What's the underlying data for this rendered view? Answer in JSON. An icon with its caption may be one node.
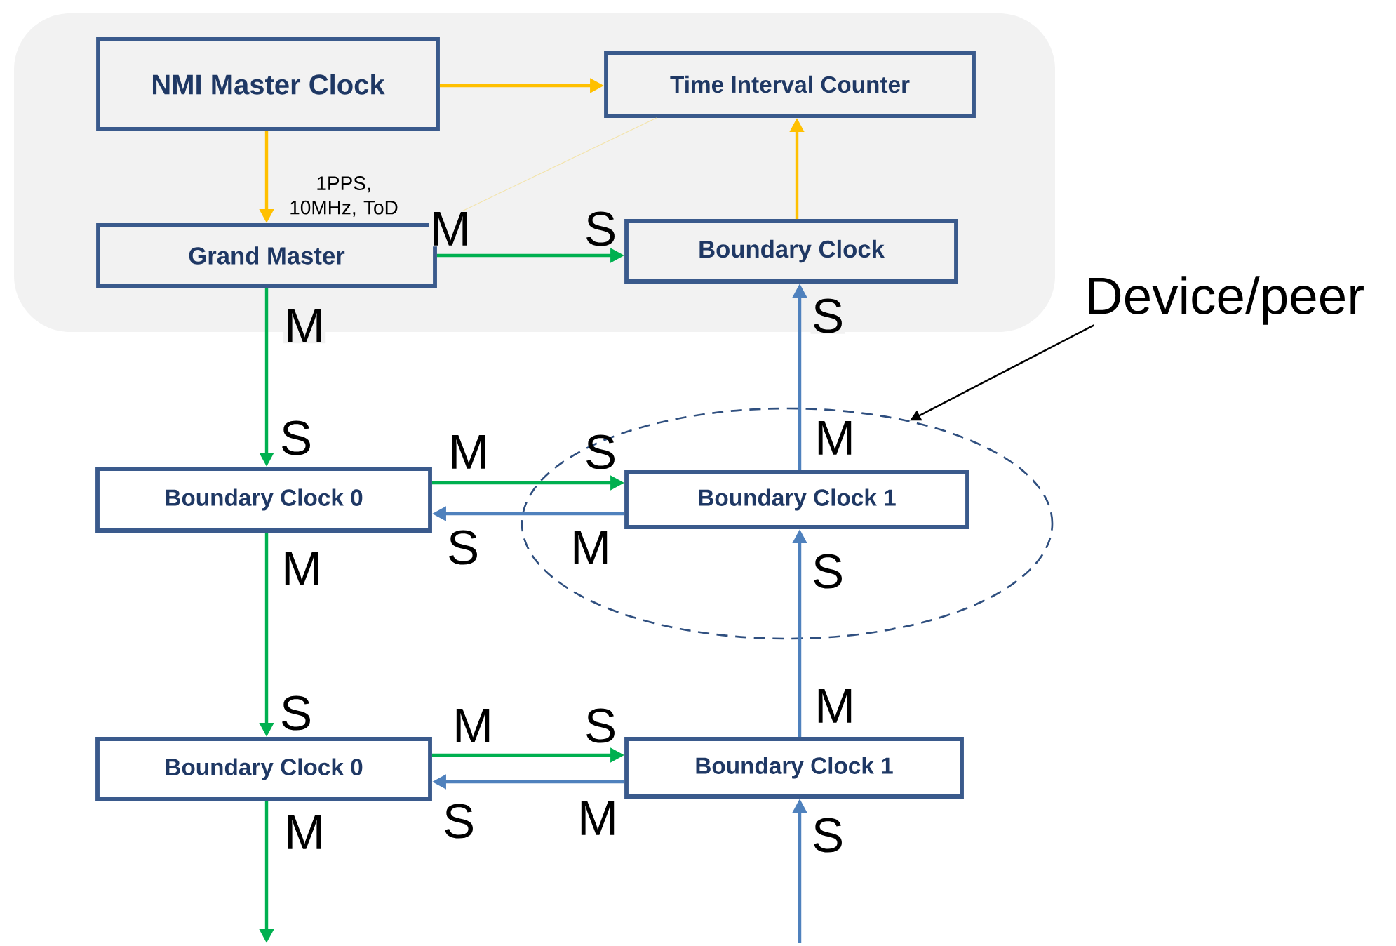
{
  "diagram": {
    "nodes": [
      {
        "text": [],
        "shape": "box"
      },
      {
        "text": [
          "NMI Master Clock"
        ],
        "in": 0
      },
      {
        "text": [
          "Time Interval Counter"
        ],
        "in": 0
      },
      {
        "text": [
          "Grand Master"
        ],
        "in": 0
      },
      {
        "text": [
          "Boundary Clock"
        ],
        "in": 0
      },
      {
        "text": [
          "Boundary Clock 0"
        ]
      },
      {
        "text": [],
        "shape": "ellipse"
      },
      {
        "text": [
          "Boundary Clock 1"
        ],
        "in": 6
      },
      {
        "text": [
          "Boundary Clock 0"
        ]
      },
      {
        "text": [
          "Boundary Clock 1"
        ]
      },
      {
        "text": [
          "Device/peer"
        ]
      }
    ],
    "edges": [
      {
        "from": 1,
        "to": 2,
        "arrow": "to",
        "color": "#ffc000"
      },
      {
        "from": 1,
        "to": 3,
        "arrow": "to",
        "color": "#ffc000",
        "label": "1PPS, 10MHz, ToD"
      },
      {
        "from": 4,
        "to": 2,
        "arrow": "to",
        "color": "#ffc000"
      },
      {
        "from": 2,
        "to": 3,
        "arrow": "none",
        "color": "#f3e3a8"
      },
      {
        "from": 3,
        "to": 4,
        "arrow": "to",
        "color": "#00b050"
      },
      {
        "from": 3,
        "to": 5,
        "arrow": "to",
        "color": "#00b050"
      },
      {
        "from": 7,
        "to": 4,
        "arrow": "to",
        "color": "#4f81bd"
      },
      {
        "from": 5,
        "to": 7,
        "arrow": "to",
        "color": "#00b050"
      },
      {
        "from": 7,
        "to": 5,
        "arrow": "to",
        "color": "#4f81bd"
      },
      {
        "from": 5,
        "to": 8,
        "arrow": "to",
        "color": "#00b050"
      },
      {
        "from": 9,
        "to": 7,
        "arrow": "to",
        "color": "#4f81bd"
      },
      {
        "from": 8,
        "to": 9,
        "arrow": "to",
        "color": "#00b050"
      },
      {
        "from": 9,
        "to": 8,
        "arrow": "to",
        "color": "#4f81bd"
      },
      {
        "from": 8,
        "to": null,
        "arrow": "to",
        "color": "#00b050"
      },
      {
        "from": null,
        "to": 9,
        "arrow": "to",
        "color": "#4f81bd"
      },
      {
        "from": 10,
        "to": 6,
        "arrow": "to",
        "color": "#000000"
      }
    ],
    "labels": [
      "M",
      "S",
      "M",
      "S",
      "S",
      "M",
      "S",
      "M",
      "M",
      "S",
      "M",
      "S",
      "S",
      "M",
      "S",
      "M",
      "M",
      "S",
      "M",
      "S"
    ]
  }
}
